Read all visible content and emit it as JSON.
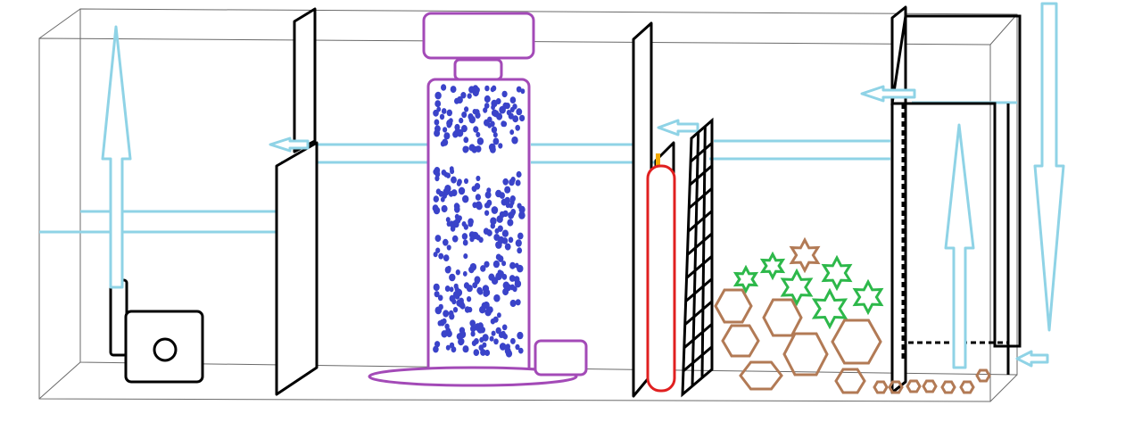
{
  "diagram": {
    "components": [
      {
        "id": "return-pump",
        "icon": "pump-icon"
      },
      {
        "id": "protein-skimmer",
        "icon": "skimmer-icon"
      },
      {
        "id": "heater",
        "icon": "heater-icon"
      },
      {
        "id": "filter-sponge-grid",
        "icon": "grid-icon"
      },
      {
        "id": "live-rock",
        "icon": "rock-icon"
      },
      {
        "id": "macro-algae",
        "icon": "star-icon"
      },
      {
        "id": "overflow-box",
        "icon": "box-icon"
      }
    ],
    "colors": {
      "tank": "#6a6a6a",
      "water_flow": "#8fd3e6",
      "baffle": "#000000",
      "skimmer": "#a34ab7",
      "bubbles": "#3a43c9",
      "heater": "#e02020",
      "rock": "#b27a55",
      "coral": "#2db84a"
    }
  }
}
